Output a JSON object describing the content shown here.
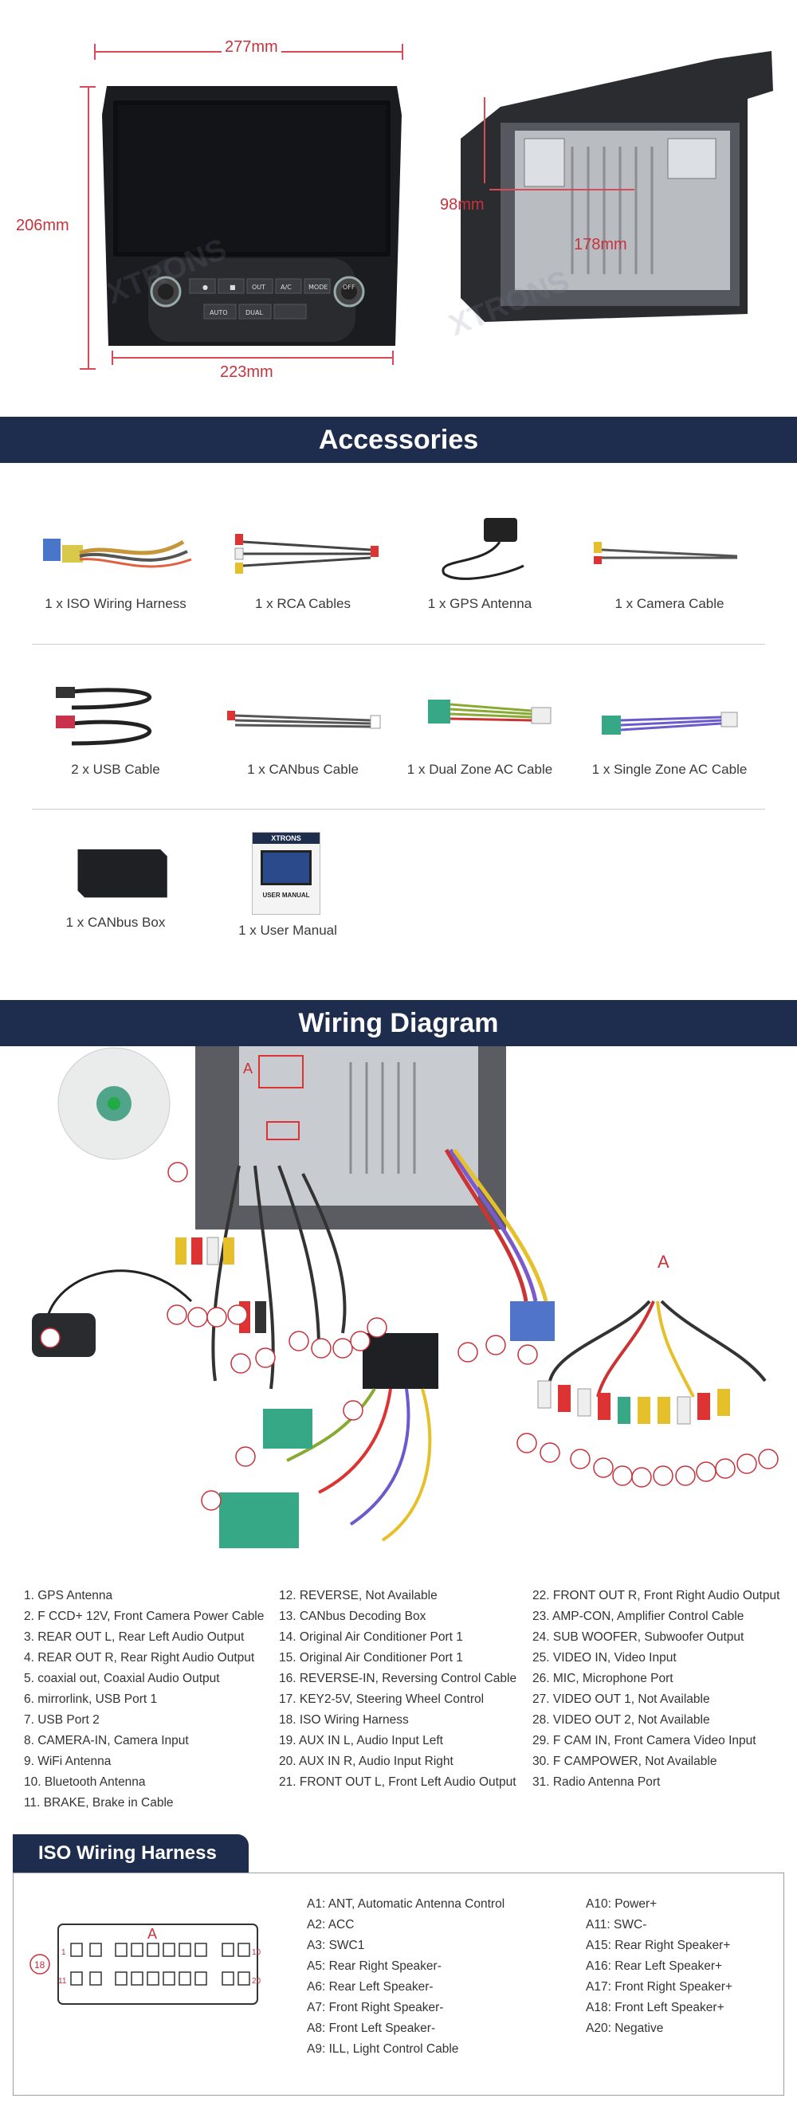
{
  "dimensions": {
    "width": "277mm",
    "height": "206mm",
    "bottom_width": "223mm",
    "depth_height": "98mm",
    "depth_width": "178mm",
    "watermark": "XTRONS"
  },
  "headunit": {
    "buttons": [
      "●",
      "■",
      "OUT",
      "A/C",
      "MODE",
      "OFF",
      "AUTO",
      "DUAL"
    ]
  },
  "accessories": {
    "title": "Accessories",
    "items": [
      {
        "label": "1 x ISO Wiring Harness"
      },
      {
        "label": "1 x RCA Cables"
      },
      {
        "label": "1 x GPS Antenna"
      },
      {
        "label": "1 x Camera Cable"
      },
      {
        "label": "2 x USB Cable"
      },
      {
        "label": "1 x CANbus Cable"
      },
      {
        "label": "1 x Dual Zone AC Cable"
      },
      {
        "label": "1 x Single Zone AC Cable"
      },
      {
        "label": "1 x CANbus Box"
      },
      {
        "label": "1 x User Manual"
      }
    ],
    "manual_brand": "XTRONS",
    "manual_title": "USER MANUAL"
  },
  "wiring": {
    "title": "Wiring Diagram",
    "marker_a": "A",
    "legend_col1": [
      "1. GPS Antenna",
      "2. F CCD+ 12V, Front Camera Power Cable",
      "3. REAR OUT L, Rear Left Audio Output",
      "4. REAR OUT R, Rear Right Audio Output",
      "5. coaxial out, Coaxial Audio Output",
      "6. mirrorlink, USB Port 1",
      "7. USB Port 2",
      "8. CAMERA-IN, Camera Input",
      "9. WiFi Antenna",
      "10. Bluetooth Antenna",
      "11. BRAKE, Brake in Cable"
    ],
    "legend_col2": [
      "12. REVERSE, Not Available",
      "13. CANbus Decoding Box",
      "14. Original Air Conditioner Port 1",
      "15. Original Air Conditioner Port 1",
      "16. REVERSE-IN, Reversing Control Cable",
      "17. KEY2-5V, Steering Wheel Control",
      "18. ISO Wiring Harness",
      "19. AUX IN L, Audio Input Left",
      "20. AUX IN R, Audio Input Right",
      "21. FRONT OUT L, Front Left Audio Output"
    ],
    "legend_col3": [
      "22. FRONT OUT R, Front Right Audio Output",
      "23. AMP-CON, Amplifier Control Cable",
      "24. SUB WOOFER, Subwoofer Output",
      "25. VIDEO IN, Video Input",
      "26. MIC, Microphone Port",
      "27. VIDEO OUT 1, Not Available",
      "28. VIDEO OUT 2, Not Available",
      "29. F CAM IN, Front Camera Video Input",
      "30. F CAMPOWER, Not Available",
      "31. Radio Antenna Port"
    ]
  },
  "iso": {
    "title": "ISO Wiring Harness",
    "connector_marker": "A",
    "circle_label": "18",
    "pin_1": "1",
    "pin_10": "10",
    "pin_11": "11",
    "pin_20": "20",
    "pins_col1": [
      "A1: ANT, Automatic Antenna Control",
      "A2: ACC",
      "A3: SWC1",
      "A5: Rear Right Speaker-",
      "A6: Rear Left Speaker-",
      "A7: Front Right Speaker-",
      "A8: Front Left Speaker-",
      "A9: ILL, Light Control Cable"
    ],
    "pins_col2": [
      "A10: Power+",
      "A11: SWC-",
      "A15: Rear Right Speaker+",
      "A16: Rear Left Speaker+",
      "A17: Front Right Speaker+",
      "A18: Front Left Speaker+",
      "A20: Negative"
    ]
  }
}
